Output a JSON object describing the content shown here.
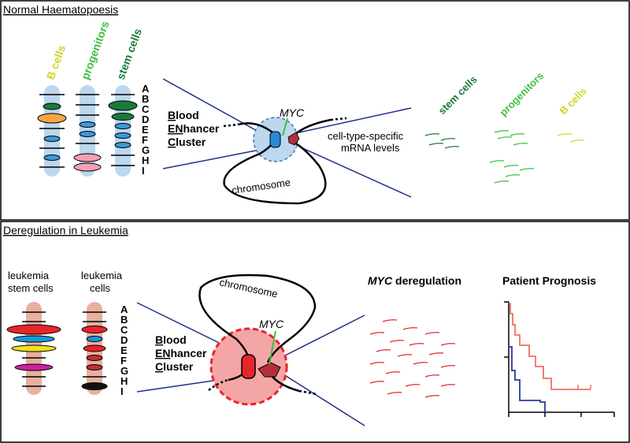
{
  "panels": {
    "top_title": "Normal Haematopoesis",
    "bottom_title": "Deregulation in Leukemia"
  },
  "top": {
    "col_b_cells": "B cells",
    "col_progenitors": "progenitors",
    "col_stem_cells": "stem cells",
    "letters": [
      "A",
      "B",
      "C",
      "D",
      "E",
      "F",
      "G",
      "H",
      "I"
    ],
    "blood_enhancer_cluster": {
      "b1": "B",
      "b1_rest": "lood",
      "b2": "EN",
      "b2_rest": "hancer",
      "b3": "C",
      "b3_rest": "luster"
    },
    "myc": "MYC",
    "chromosome": "chromosome",
    "mrna_line1": "cell-type-specific",
    "mrna_line2": "mRNA levels",
    "right_stem": "stem cells",
    "right_progenitors": "progenitors",
    "right_b_cells": "B cells"
  },
  "bottom": {
    "leukemia_stem_line1": "leukemia",
    "leukemia_stem_line2": "stem cells",
    "leukemia_cells_line1": "leukemia",
    "leukemia_cells_line2": "cells",
    "letters": [
      "A",
      "B",
      "C",
      "D",
      "E",
      "F",
      "G",
      "H",
      "I"
    ],
    "blood_enhancer_cluster": {
      "b1": "B",
      "b1_rest": "lood",
      "b2": "EN",
      "b2_rest": "hancer",
      "b3": "C",
      "b3_rest": "luster"
    },
    "myc": "MYC",
    "chromosome": "chromosome",
    "myc_dereg_italic": "MYC",
    "myc_dereg_rest": " deregulation",
    "prognosis_title": "Patient Prognosis"
  },
  "colors": {
    "b_cells": "#cfd62a",
    "progenitors": "#3fbf3f",
    "stem_cells": "#1a7a3a",
    "blue_lines": "#1f2f8a",
    "red": "#e8242c",
    "blob_blue": "#bcd7ee",
    "blob_red": "#f4a6a6",
    "kaplan_red": "#f07060",
    "kaplan_blue": "#2a3a9a"
  }
}
